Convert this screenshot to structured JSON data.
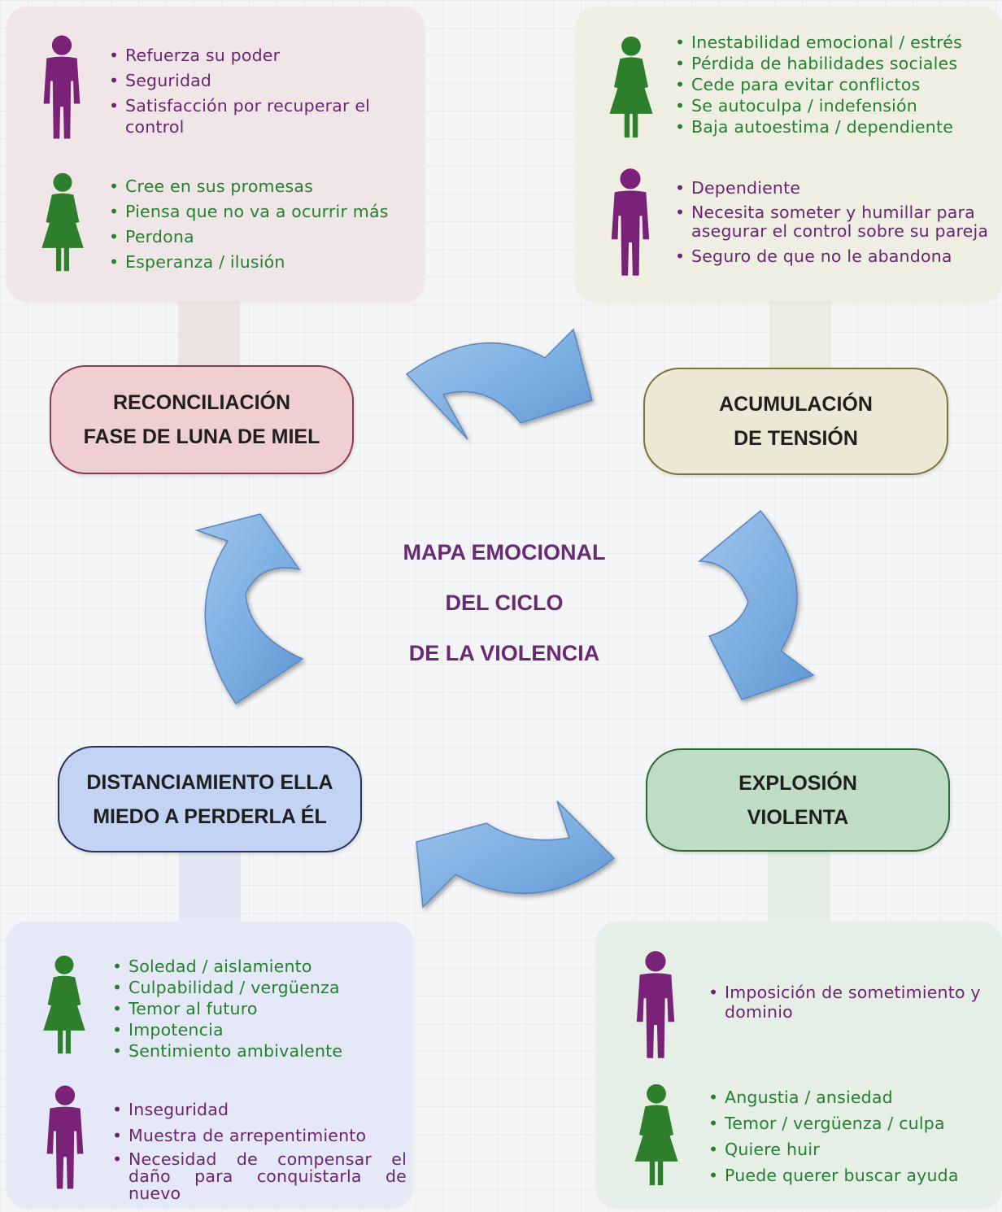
{
  "center_title": {
    "line1": "MAPA EMOCIONAL",
    "line2": "DEL CICLO",
    "line3": "DE LA VIOLENCIA"
  },
  "phases": {
    "reconciliacion": {
      "line1": "RECONCILIACIÓN",
      "line2": "FASE DE LUNA DE MIEL"
    },
    "acumulacion": {
      "line1": "ACUMULACIÓN",
      "line2": "DE TENSIÓN"
    },
    "explosion": {
      "line1": "EXPLOSIÓN",
      "line2": "VIOLENTA"
    },
    "distanciamiento": {
      "line1": "DISTANCIAMIENTO ELLA",
      "line2": "MIEDO A PERDERLA ÉL"
    }
  },
  "panels": {
    "reconciliacion": {
      "el": {
        "icon": "man-icon",
        "items": [
          "Refuerza su poder",
          "Seguridad",
          "Satisfacción por recuperar el control"
        ]
      },
      "ella": {
        "icon": "woman-icon",
        "items": [
          "Cree en sus promesas",
          "Piensa que no va a ocurrir más",
          "Perdona",
          "Esperanza / ilusión"
        ]
      }
    },
    "acumulacion": {
      "ella": {
        "icon": "woman-icon",
        "items": [
          "Inestabilidad emocional / estrés",
          "Pérdida de habilidades sociales",
          "Cede para evitar conflictos",
          "Se autoculpa / indefensión",
          "Baja autoestima / dependiente"
        ]
      },
      "el": {
        "icon": "man-icon",
        "items": [
          "Dependiente",
          "Necesita someter y humillar para asegurar el control sobre su pareja",
          "Seguro de que no le abandona"
        ]
      }
    },
    "distanciamiento": {
      "ella": {
        "icon": "woman-icon",
        "items": [
          "Soledad / aislamiento",
          "Culpabilidad / vergüenza",
          "Temor al futuro",
          "Impotencia",
          "Sentimiento ambivalente"
        ]
      },
      "el": {
        "icon": "man-icon",
        "items": [
          "Inseguridad",
          "Muestra de arrepentimiento",
          "Necesidad de compensar el daño para conquistarla de nuevo"
        ]
      }
    },
    "explosion": {
      "el": {
        "icon": "man-icon",
        "items": [
          "Imposición de sometimiento y dominio"
        ]
      },
      "ella": {
        "icon": "woman-icon",
        "items": [
          "Angustia / ansiedad",
          "Temor / vergüenza / culpa",
          "Quiere huir",
          "Puede querer buscar ayuda"
        ]
      }
    }
  },
  "colors": {
    "man": "#7a2277",
    "woman": "#2e7f2c",
    "arrow": "#6fa6da"
  }
}
